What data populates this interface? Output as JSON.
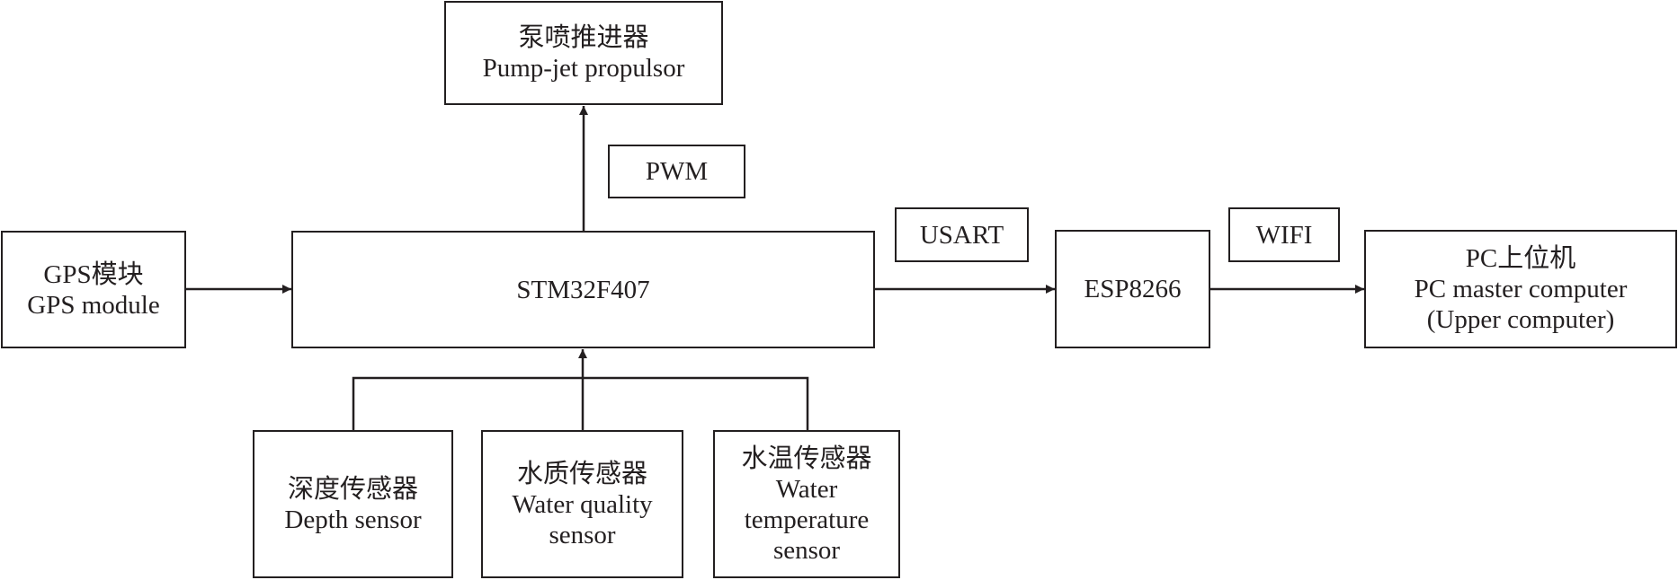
{
  "diagram": {
    "title": "",
    "nodes": {
      "pump": {
        "lines": [
          "泵喷推进器",
          "Pump-jet propulsor"
        ]
      },
      "gps": {
        "lines": [
          "GPS模块",
          "GPS module"
        ]
      },
      "stm": {
        "lines": [
          "STM32F407"
        ]
      },
      "esp": {
        "lines": [
          "ESP8266"
        ]
      },
      "pc": {
        "lines": [
          "PC上位机",
          "PC master computer",
          "(Upper computer)"
        ]
      },
      "depth": {
        "lines": [
          "深度传感器",
          "Depth sensor"
        ]
      },
      "quality": {
        "lines": [
          "水质传感器",
          "Water quality",
          "sensor"
        ]
      },
      "temp": {
        "lines": [
          "水温传感器",
          "Water",
          "temperature",
          "sensor"
        ]
      }
    },
    "edge_labels": {
      "pwm": {
        "lines": [
          "PWM"
        ]
      },
      "usart": {
        "lines": [
          "USART"
        ]
      },
      "wifi": {
        "lines": [
          "WIFI"
        ]
      }
    },
    "edges": [
      {
        "from": "stm",
        "to": "pump",
        "label": "PWM"
      },
      {
        "from": "gps",
        "to": "stm"
      },
      {
        "from": "stm",
        "to": "esp",
        "label": "USART"
      },
      {
        "from": "esp",
        "to": "pc",
        "label": "WIFI"
      },
      {
        "from": "depth",
        "to": "stm"
      },
      {
        "from": "quality",
        "to": "stm"
      },
      {
        "from": "temp",
        "to": "stm"
      }
    ],
    "stroke_color": "#231f20"
  }
}
